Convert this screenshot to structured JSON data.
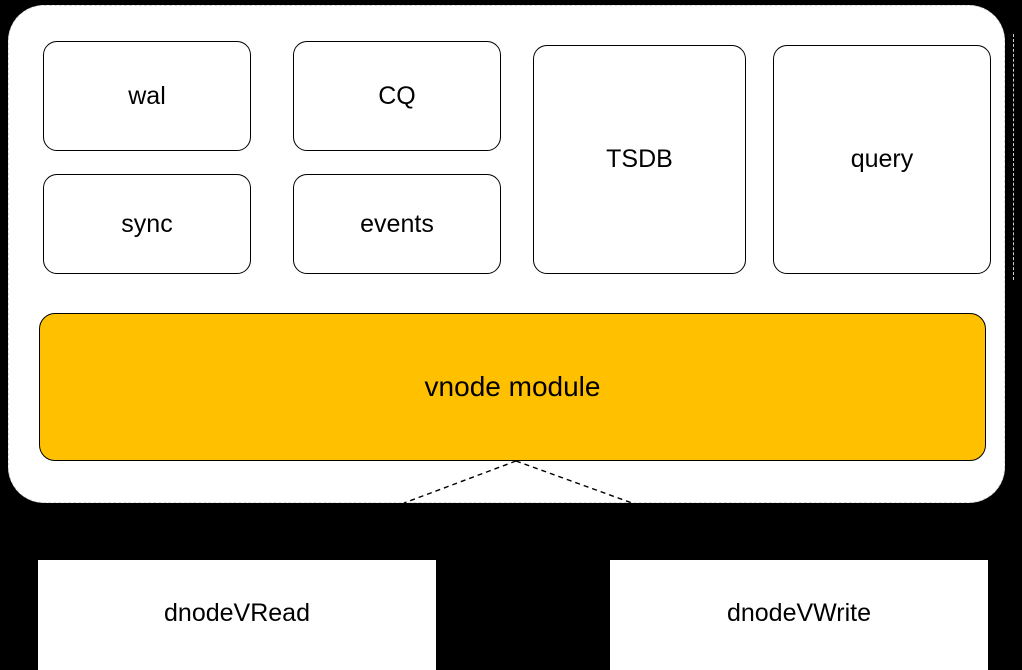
{
  "diagram": {
    "container": {
      "name": "vnode-container",
      "background_color": "#FFFFFF",
      "border_style": "dashed"
    },
    "modules": [
      {
        "id": "wal",
        "label": "wal"
      },
      {
        "id": "cq",
        "label": "CQ"
      },
      {
        "id": "sync",
        "label": "sync"
      },
      {
        "id": "events",
        "label": "events"
      },
      {
        "id": "tsdb",
        "label": "TSDB"
      },
      {
        "id": "query",
        "label": "query"
      }
    ],
    "main_bar": {
      "label": "vnode module",
      "fill_color": "#FFC000",
      "text_color": "#000000"
    },
    "consumers": [
      {
        "id": "dnode-vread",
        "label": "dnodeVRead"
      },
      {
        "id": "dnode-vwrite",
        "label": "dnodeVWrite"
      }
    ],
    "connectors": {
      "style": "dashed",
      "color": "#000000",
      "from": "vnode module",
      "to": [
        "dnodeVRead",
        "dnodeVWrite"
      ]
    },
    "colors": {
      "page_background": "#000000",
      "accent": "#FFC000",
      "outline": "#000000",
      "card": "#FFFFFF"
    }
  }
}
